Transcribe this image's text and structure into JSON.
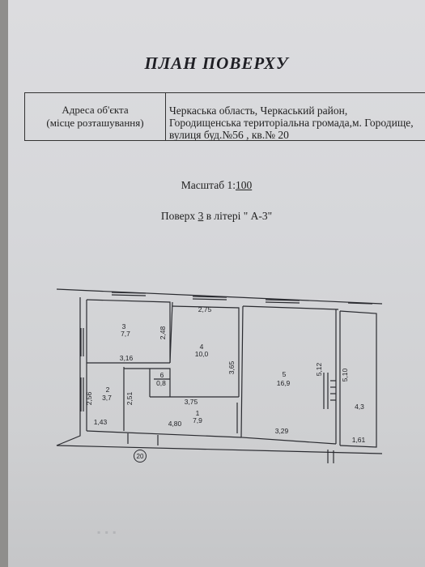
{
  "document": {
    "title": "ПЛАН ПОВЕРХУ",
    "address_label_line1": "Адреса об'єкта",
    "address_label_line2": "(місце розташування)",
    "address_line1": "Черкаська область, Черкаський район,",
    "address_line2": "Городищенська територіальна громада,м. Городище,",
    "address_line3": "вулиця буд.№56 , кв.№ 20",
    "scale_prefix": "Масштаб 1:",
    "scale_value": "100",
    "floor_prefix": "Поверх ",
    "floor_number": "3",
    "floor_suffix": " в літері \" А-3\""
  },
  "plan": {
    "rooms": [
      {
        "number": "3",
        "area": "7,7"
      },
      {
        "number": "4",
        "area": "10,0"
      },
      {
        "number": "5",
        "area": "16,9"
      },
      {
        "number": "2",
        "area": "3,7"
      },
      {
        "number": "6",
        "area": "0,8"
      },
      {
        "number": "1",
        "area": "7,9"
      },
      {
        "number": "",
        "area": "4,3"
      }
    ],
    "dimensions": [
      "2,75",
      "2,48",
      "3,16",
      "3,65",
      "5,12",
      "5,10",
      "2,56",
      "2,51",
      "3,75",
      "1,43",
      "4,80",
      "3,29",
      "1,61"
    ],
    "building_number": "20"
  }
}
